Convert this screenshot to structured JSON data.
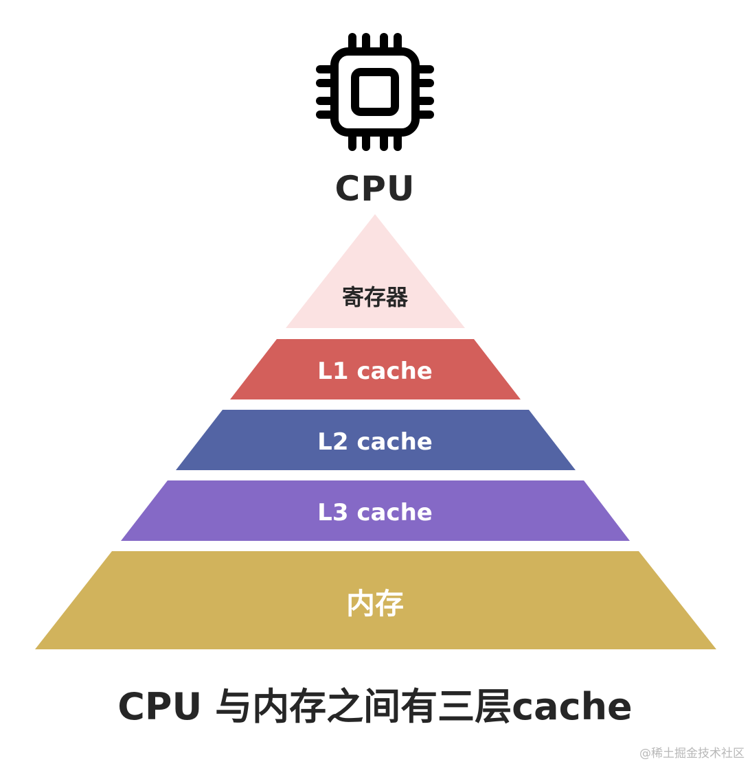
{
  "cpu": {
    "icon": "cpu-chip-icon",
    "label": "CPU"
  },
  "pyramid": {
    "layers": [
      {
        "label": "寄存器",
        "color": "#fbe2e2"
      },
      {
        "label": "L1 cache",
        "color": "#d35f5b"
      },
      {
        "label": "L2 cache",
        "color": "#5364a4"
      },
      {
        "label": "L3 cache",
        "color": "#8569c6"
      },
      {
        "label": "内存",
        "color": "#d1b35c"
      }
    ]
  },
  "caption": "CPU 与内存之间有三层cache",
  "watermark": "@稀土掘金技术社区"
}
